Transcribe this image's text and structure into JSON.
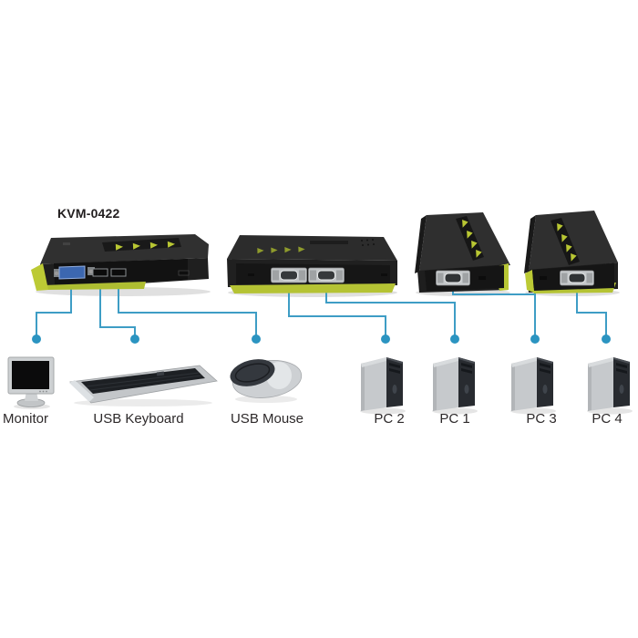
{
  "title": "KVM-0422",
  "colors": {
    "background": "#ffffff",
    "device_body": "#262626",
    "accent_green": "#bcc935",
    "line_blue": "#3e9dc5",
    "dot_blue": "#2b94c1",
    "vga_port_blue": "#3c67b0",
    "label_text": "#2d292a"
  },
  "devices": [
    {
      "id": "kvm-front",
      "view": "front console side",
      "ports": [
        "console-vga",
        "console-usb-1",
        "console-usb-2"
      ]
    },
    {
      "id": "kvm-rear",
      "view": "rear pc ports side",
      "ports": [
        "pc-port-2",
        "pc-port-1"
      ]
    },
    {
      "id": "kvm-angled-left",
      "view": "angled view",
      "ports": [
        "pc-port-3"
      ]
    },
    {
      "id": "kvm-angled-right",
      "view": "angled view",
      "ports": [
        "pc-port-4"
      ]
    }
  ],
  "peripherals": [
    {
      "id": "monitor",
      "label": "Monitor"
    },
    {
      "id": "usb-keyboard",
      "label": "USB Keyboard"
    },
    {
      "id": "usb-mouse",
      "label": "USB Mouse"
    },
    {
      "id": "pc-2",
      "label": "PC 2"
    },
    {
      "id": "pc-1",
      "label": "PC 1"
    },
    {
      "id": "pc-3",
      "label": "PC 3"
    },
    {
      "id": "pc-4",
      "label": "PC 4"
    }
  ],
  "connections": [
    {
      "from": "console-vga",
      "to": "monitor"
    },
    {
      "from": "console-usb-1",
      "to": "usb-keyboard"
    },
    {
      "from": "console-usb-2",
      "to": "usb-mouse"
    },
    {
      "from": "pc-port-2",
      "to": "pc-2"
    },
    {
      "from": "pc-port-1",
      "to": "pc-1"
    },
    {
      "from": "pc-port-3",
      "to": "pc-3"
    },
    {
      "from": "pc-port-4",
      "to": "pc-4"
    }
  ]
}
